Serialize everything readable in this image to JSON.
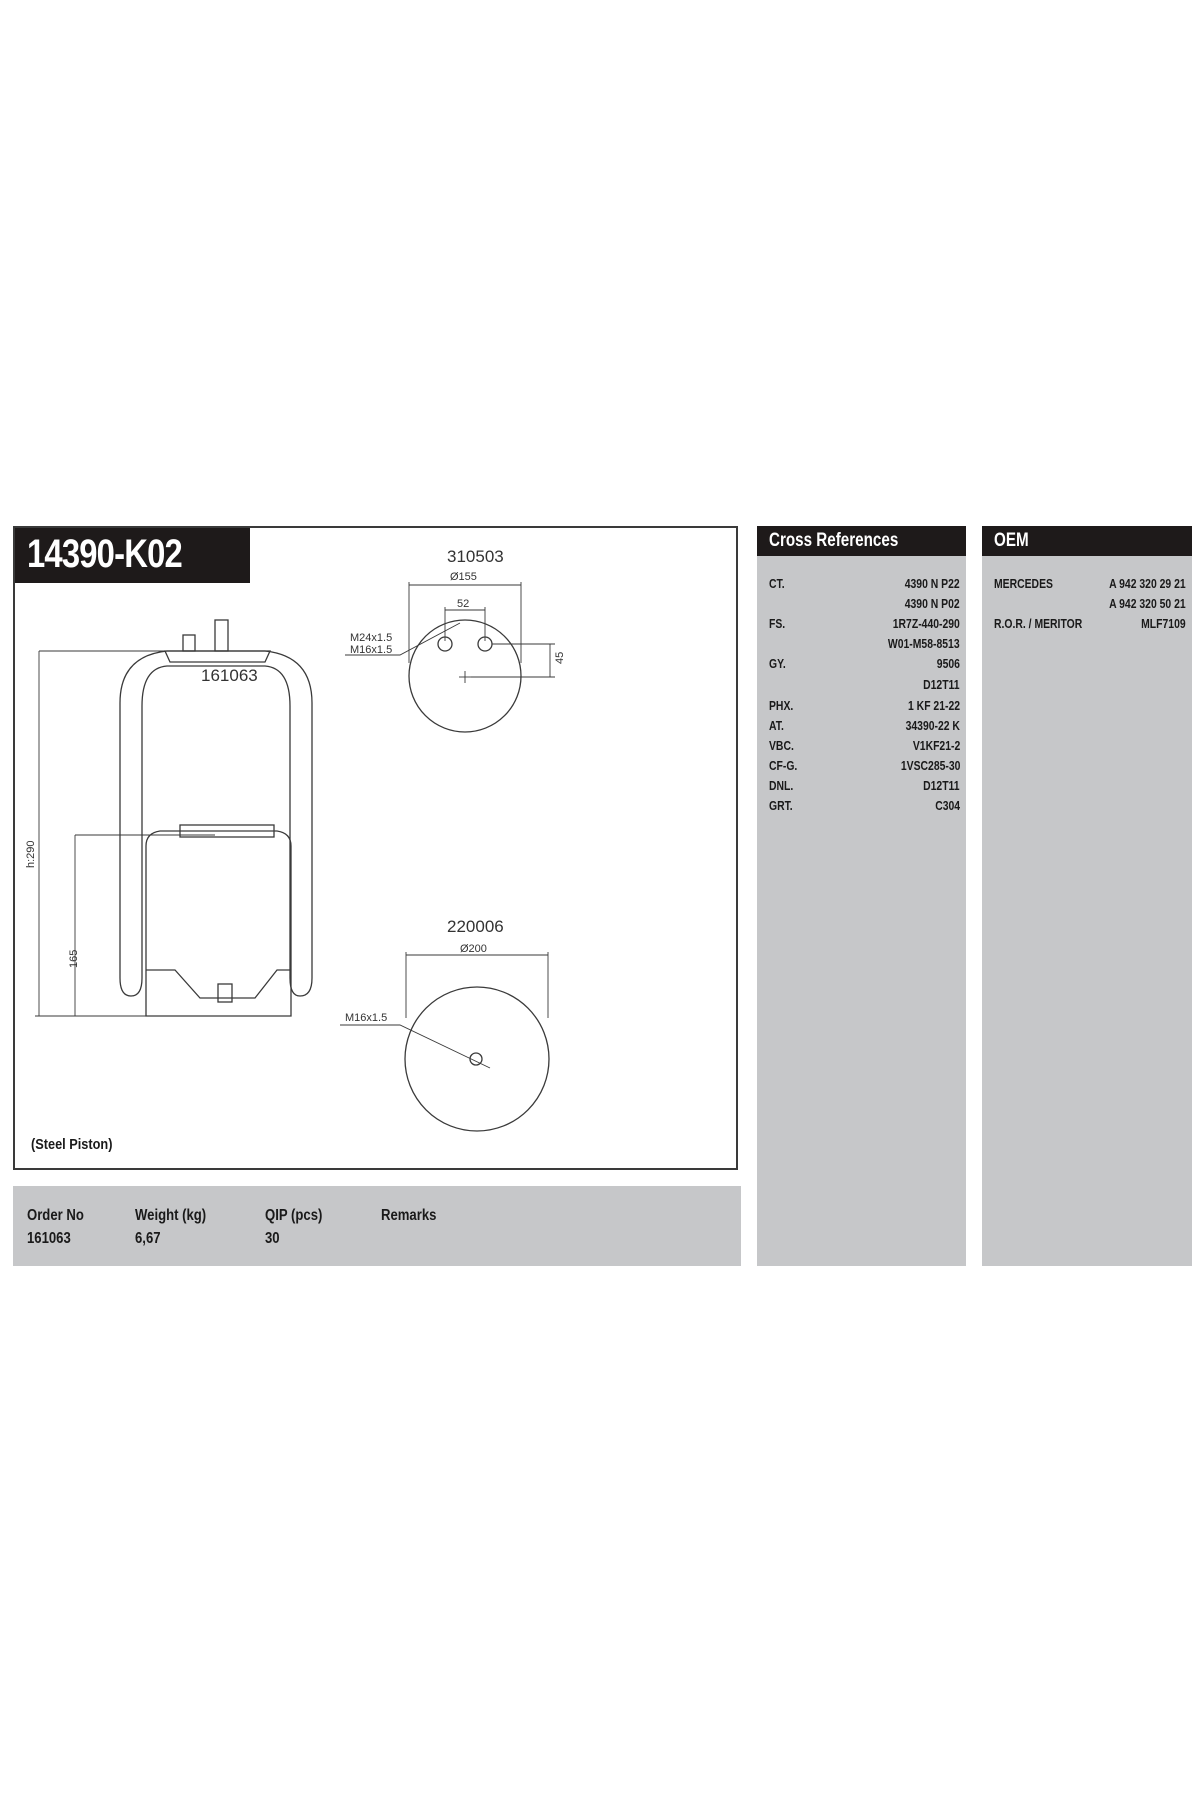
{
  "product": {
    "code": "14390-K02",
    "note": "(Steel Piston)"
  },
  "drawing": {
    "side_view": {
      "part_no": "161063",
      "height_label": "h:290",
      "piston_height_label": "165"
    },
    "top_plate": {
      "part_no": "310503",
      "diameter_label": "Ø155",
      "bolt_spacing_label": "52",
      "offset_label": "45",
      "thread_1": "M24x1.5",
      "thread_2": "M16x1.5"
    },
    "bottom_plate": {
      "part_no": "220006",
      "diameter_label": "Ø200",
      "thread": "M16x1.5"
    }
  },
  "order_info": {
    "headers": [
      "Order No",
      "Weight (kg)",
      "QIP (pcs)",
      "Remarks"
    ],
    "values": [
      "161063",
      "6,67",
      "30",
      ""
    ]
  },
  "cross_references": {
    "title": "Cross References",
    "rows": [
      {
        "label": "CT.",
        "value": "4390 N P22"
      },
      {
        "label": "",
        "value": "4390 N P02"
      },
      {
        "label": "FS.",
        "value": "1R7Z-440-290"
      },
      {
        "label": "",
        "value": "W01-M58-8513"
      },
      {
        "label": "GY.",
        "value": "9506"
      },
      {
        "label": "",
        "value": "D12T11"
      },
      {
        "label": "PHX.",
        "value": "1 KF 21-22"
      },
      {
        "label": "AT.",
        "value": "34390-22 K"
      },
      {
        "label": "VBC.",
        "value": "V1KF21-2"
      },
      {
        "label": "CF-G.",
        "value": "1VSC285-30"
      },
      {
        "label": "DNL.",
        "value": "D12T11"
      },
      {
        "label": "GRT.",
        "value": "C304"
      }
    ]
  },
  "oem": {
    "title": "OEM",
    "rows": [
      {
        "label": "MERCEDES",
        "value": "A 942 320 29 21"
      },
      {
        "label": "",
        "value": "A 942 320 50 21"
      },
      {
        "label": "R.O.R. / MERITOR",
        "value": "MLF7109"
      }
    ]
  },
  "colors": {
    "header_bg": "#1e1a1a",
    "panel_bg": "#c6c7c9",
    "line": "#3a3a3a"
  }
}
